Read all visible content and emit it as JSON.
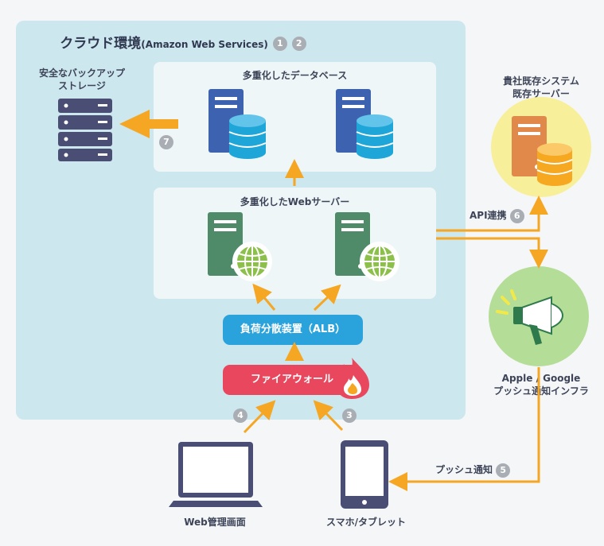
{
  "cloud": {
    "title_main": "クラウド環境",
    "title_sub": "(Amazon Web Services)",
    "badges": [
      "1",
      "2"
    ]
  },
  "backup": {
    "label_line1": "安全なバックアップ",
    "label_line2": "ストレージ",
    "badge": "7"
  },
  "database": {
    "title": "多重化したデータベース"
  },
  "webserver": {
    "title": "多重化したWebサーバー"
  },
  "alb": {
    "label": "負荷分散装置（ALB）"
  },
  "firewall": {
    "label": "ファイアウォール"
  },
  "legacy": {
    "label_line1": "貴社既存システム",
    "label_line2": "既存サーバー"
  },
  "api": {
    "label": "API連携",
    "badge": "6"
  },
  "push_infra": {
    "label_line1": "Apple / Google",
    "label_line2": "プッシュ通知インフラ"
  },
  "push": {
    "label": "プッシュ通知",
    "badge": "5"
  },
  "clients": {
    "admin": {
      "label": "Web管理画面",
      "badge": "4"
    },
    "mobile": {
      "label": "スマホ/タブレット",
      "badge": "3"
    }
  },
  "colors": {
    "cloud_bg": "#cde7ee",
    "arrow": "#f5a623",
    "db_server": "#3d63b0",
    "db_cylinder": "#1fa6d9",
    "web_server": "#4f8a69",
    "globe": "#8cc04b",
    "alb": "#2aa3dc",
    "firewall": "#e8475d",
    "storage": "#4a4e74",
    "legacy_circle": "#f8ef9a",
    "legacy_server": "#e0894a",
    "legacy_cylinder": "#f6a821",
    "push_circle": "#b4dd97",
    "badge": "#a9aeb4"
  },
  "icons": [
    "storage-icon",
    "db-server-icon",
    "web-server-icon",
    "globe-icon",
    "flame-icon",
    "legacy-server-icon",
    "megaphone-icon",
    "laptop-icon",
    "tablet-icon"
  ]
}
